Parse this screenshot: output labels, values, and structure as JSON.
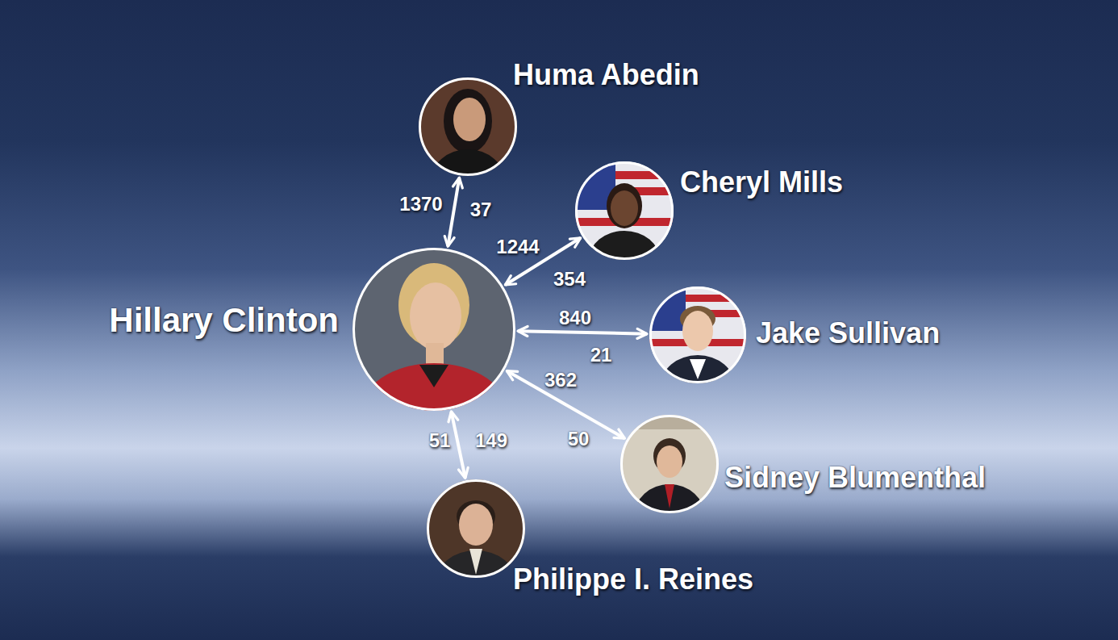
{
  "diagram": {
    "nodes": [
      {
        "text": [
          "Huma Abedin"
        ]
      },
      {
        "text": [
          "Cheryl Mills"
        ]
      },
      {
        "text": [
          "Hillary Clinton"
        ]
      },
      {
        "text": [
          "Jake Sullivan"
        ]
      },
      {
        "text": [
          "Sidney Blumenthal"
        ]
      },
      {
        "text": [
          "Philippe I. Reines"
        ]
      }
    ],
    "edges": [
      {
        "from": 2,
        "to": 0,
        "arrow": "both",
        "label": "1370"
      },
      {
        "from": 2,
        "to": 1,
        "arrow": "both",
        "label": "1244"
      },
      {
        "from": 2,
        "to": 3,
        "arrow": "both",
        "label": "840"
      },
      {
        "from": 2,
        "to": 4,
        "arrow": "both",
        "label": "362"
      },
      {
        "from": 2,
        "to": 5,
        "arrow": "both",
        "label": "51"
      }
    ],
    "labels": [
      "37",
      "354",
      "21",
      "50",
      "149"
    ]
  }
}
